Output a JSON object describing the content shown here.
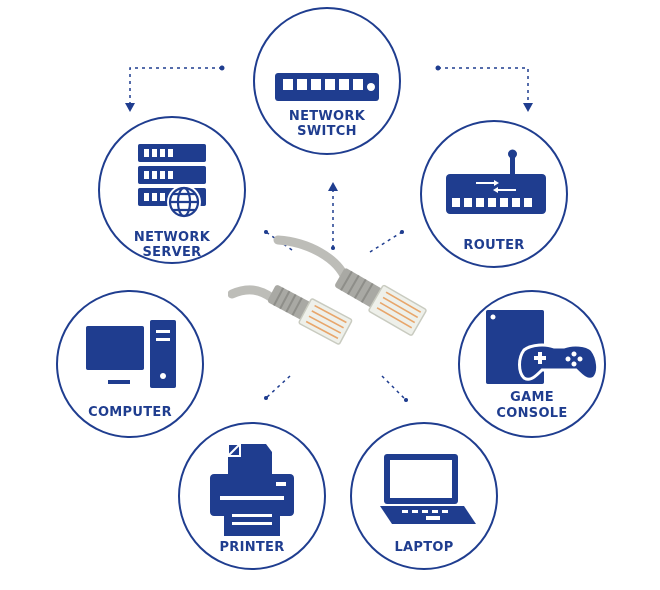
{
  "colors": {
    "primary": "#1f3d8f",
    "cable": "#c4c4c0",
    "background": "#ffffff"
  },
  "devices": {
    "network_switch": {
      "line1": "NETWORK",
      "line2": "SWITCH",
      "icon": "network-switch-icon"
    },
    "network_server": {
      "line1": "NETWORK",
      "line2": "SERVER",
      "icon": "server-rack-globe-icon"
    },
    "router": {
      "line1": "ROUTER",
      "icon": "router-icon"
    },
    "computer": {
      "line1": "COMPUTER",
      "icon": "desktop-computer-icon"
    },
    "game_console": {
      "line1": "GAME",
      "line2": "CONSOLE",
      "icon": "game-console-icon"
    },
    "printer": {
      "line1": "PRINTER",
      "icon": "printer-icon"
    },
    "laptop": {
      "line1": "LAPTOP",
      "icon": "laptop-icon"
    }
  },
  "cable": {
    "icon": "ethernet-cable-icon",
    "color": "gray"
  }
}
